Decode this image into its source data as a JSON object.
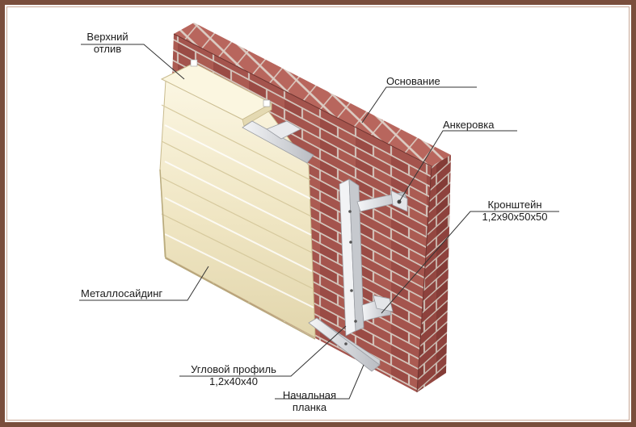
{
  "labels": {
    "top_drip_line1": "Верхний",
    "top_drip_line2": "отлив",
    "base": "Основание",
    "anchoring": "Анкеровка",
    "bracket_line1": "Кронштейн",
    "bracket_line2": "1,2x90x50x50",
    "metal_siding": "Металлосайдинг",
    "corner_profile_line1": "Угловой  профиль",
    "corner_profile_line2": "1,2x40x40",
    "starter_strip_line1": "Начальная",
    "starter_strip_line2": "планка"
  },
  "colors": {
    "frame": "#7a4e3c",
    "brick": "#a0524c",
    "mortar": "#d8c9c0",
    "siding": "#f2e9c9",
    "metal": "#dcdde0",
    "leader": "#333333"
  }
}
